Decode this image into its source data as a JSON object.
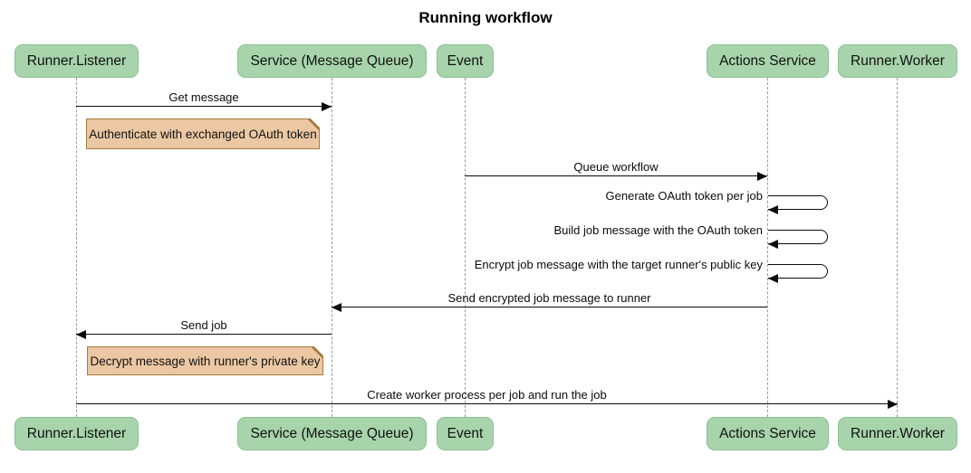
{
  "title": "Running workflow",
  "diagram_type": "sequence",
  "colors": {
    "actor_fill": "#a8d4ac",
    "actor_border": "#8dbe95",
    "note_fill": "#ebc8a3",
    "note_border": "#a5793d",
    "lifeline": "#9a9a9a",
    "arrow": "#0b0b0b",
    "background": "#ffffff"
  },
  "actors": [
    {
      "label": "Runner.Listener"
    },
    {
      "label": "Service (Message Queue)"
    },
    {
      "label": "Event"
    },
    {
      "label": "Actions Service"
    },
    {
      "label": "Runner.Worker"
    }
  ],
  "messages": [
    {
      "type": "solid-arrow",
      "from": "Runner.Listener",
      "to": "Service (Message Queue)",
      "label": "Get message"
    },
    {
      "type": "note",
      "over": "Runner.Listener",
      "label": "Authenticate with exchanged OAuth token"
    },
    {
      "type": "solid-arrow",
      "from": "Event",
      "to": "Actions Service",
      "label": "Queue workflow"
    },
    {
      "type": "self-loop",
      "on": "Actions Service",
      "label": "Generate OAuth token per job"
    },
    {
      "type": "self-loop",
      "on": "Actions Service",
      "label": "Build job message with the OAuth token"
    },
    {
      "type": "self-loop",
      "on": "Actions Service",
      "label": "Encrypt job message with the target runner's public key"
    },
    {
      "type": "solid-arrow",
      "from": "Actions Service",
      "to": "Service (Message Queue)",
      "label": "Send encrypted job message to runner"
    },
    {
      "type": "solid-arrow",
      "from": "Service (Message Queue)",
      "to": "Runner.Listener",
      "label": "Send job"
    },
    {
      "type": "note",
      "over": "Runner.Listener",
      "label": "Decrypt message with runner's private key"
    },
    {
      "type": "solid-arrow",
      "from": "Runner.Listener",
      "to": "Runner.Worker",
      "label": "Create worker process per job and run the job"
    }
  ]
}
